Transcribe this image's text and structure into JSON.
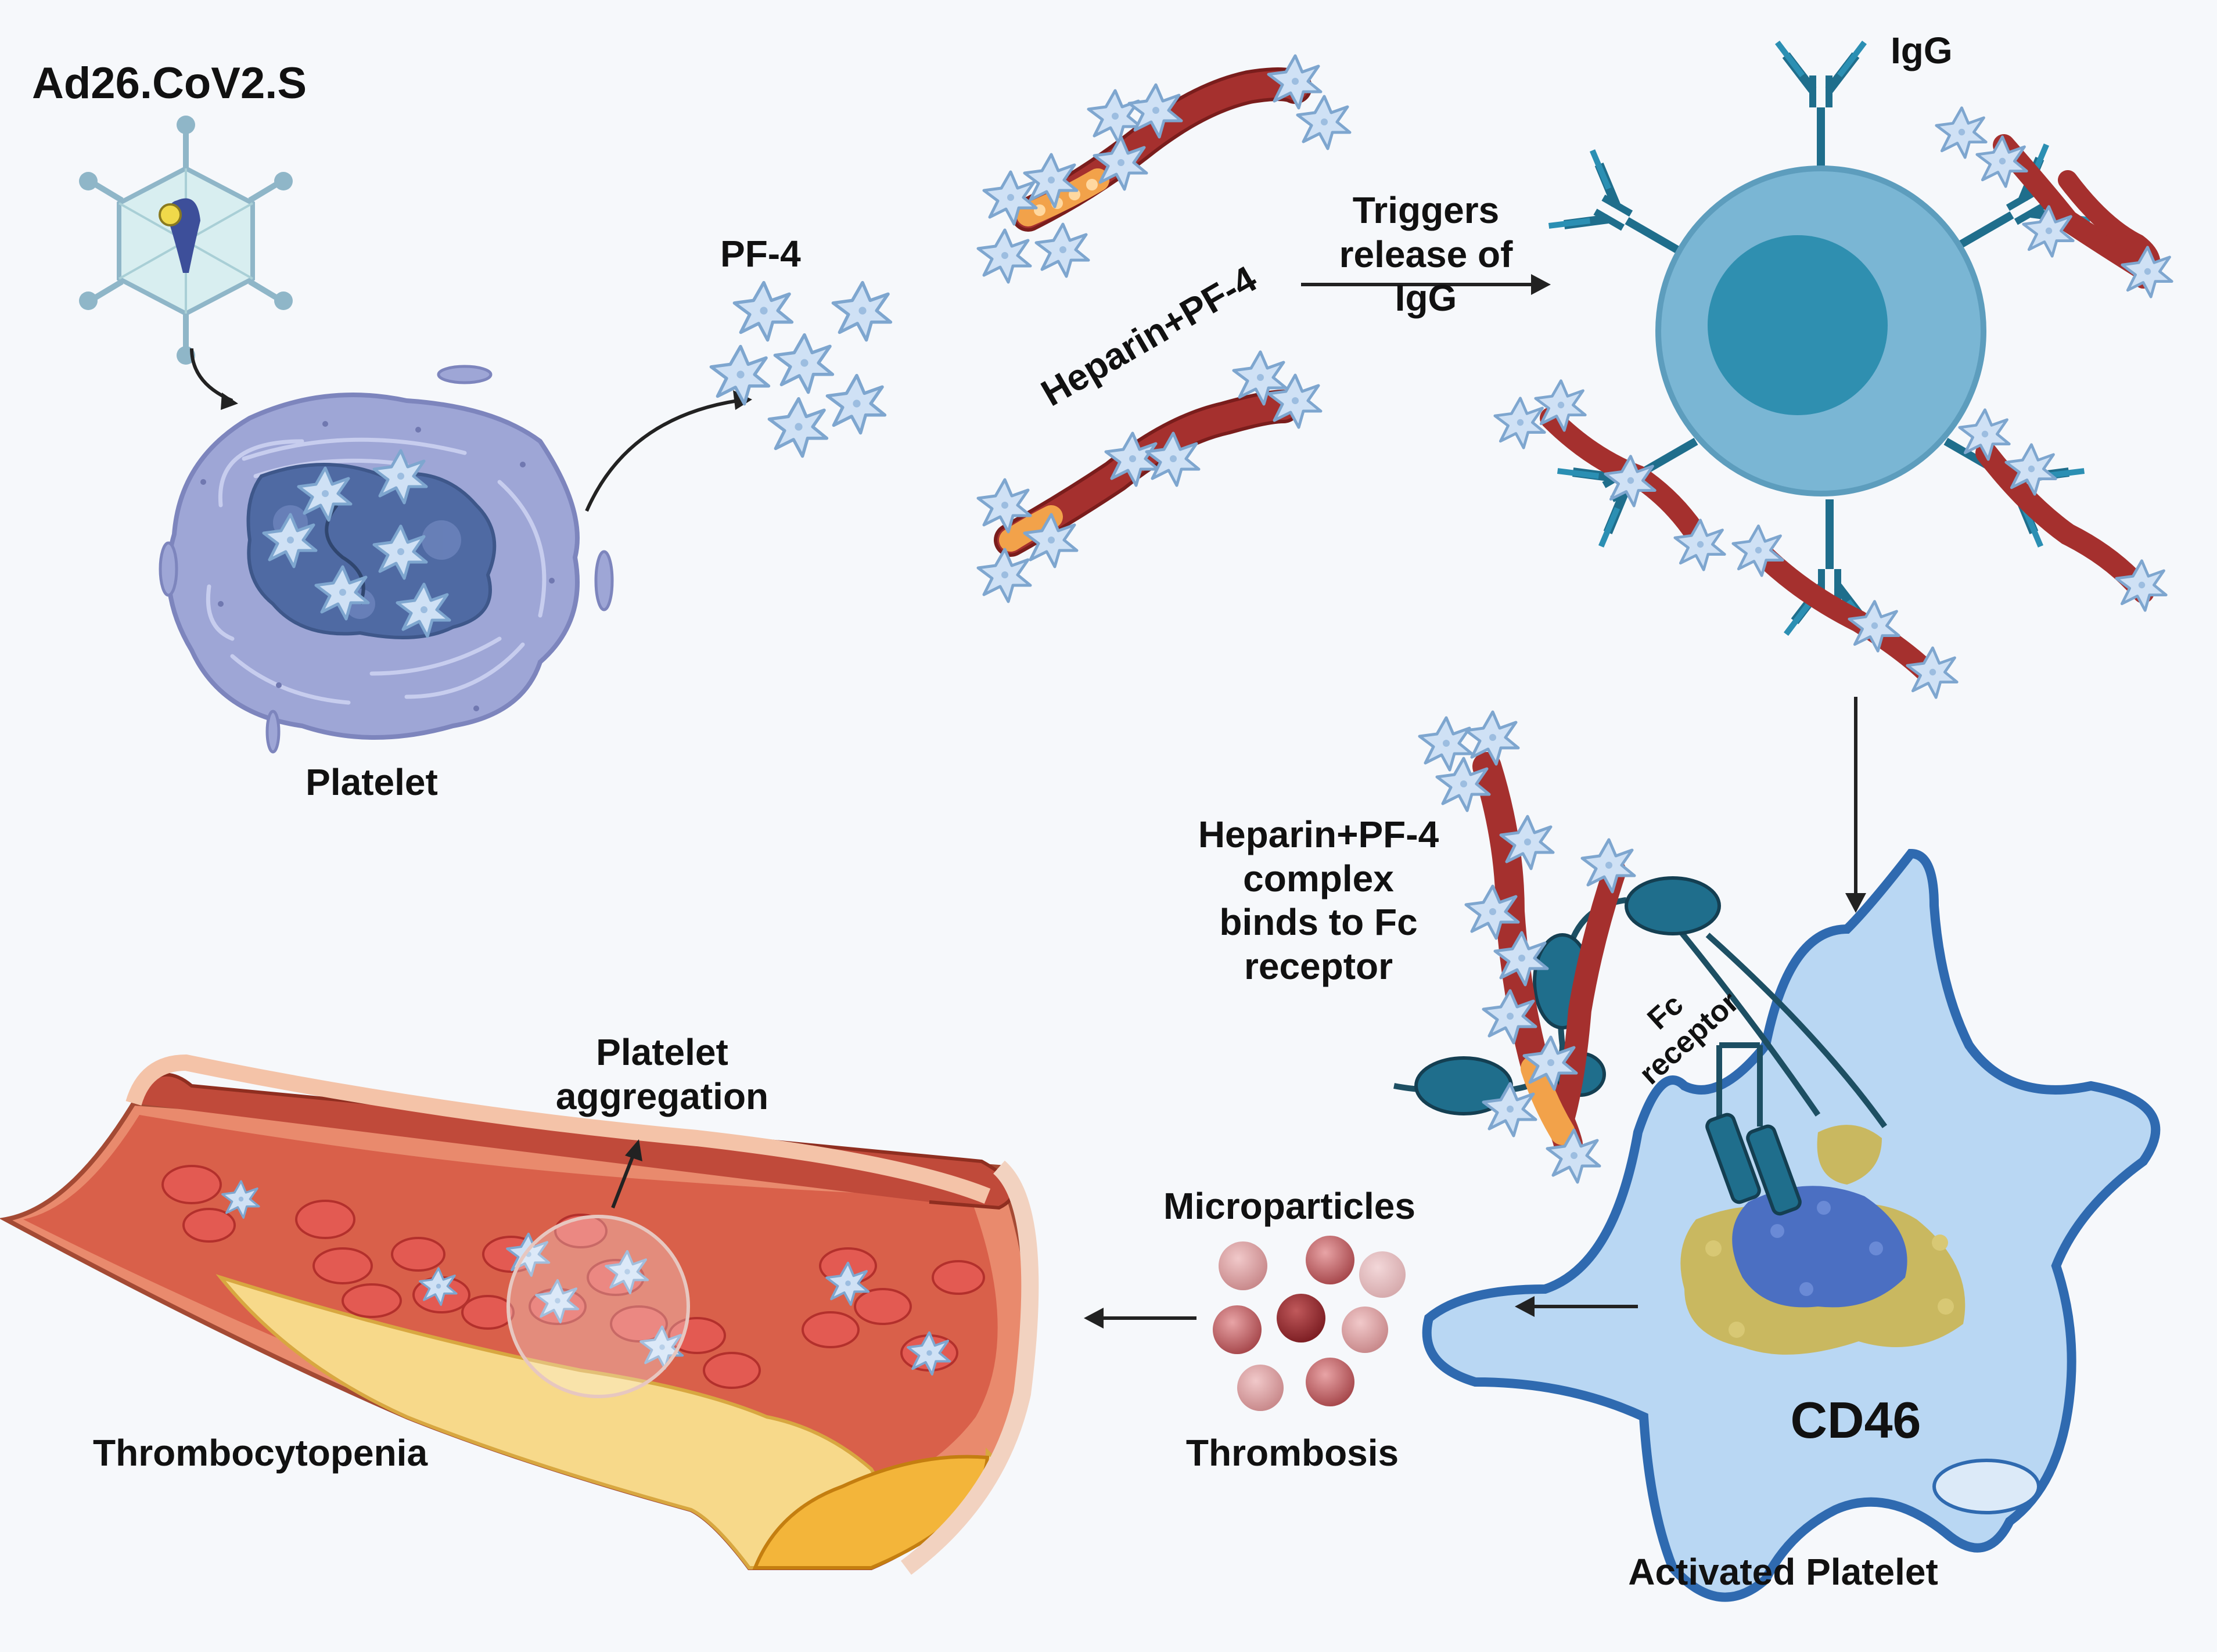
{
  "labels": {
    "vaccine": "Ad26.CoV2.S",
    "platelet": "Platelet",
    "pf4": "PF-4",
    "heparin_pf4": "Heparin+PF-4",
    "triggers": [
      "Triggers",
      "release of",
      "IgG"
    ],
    "igg": "IgG",
    "complex": [
      "Heparin+PF-4",
      "complex",
      "binds to Fc",
      "receptor"
    ],
    "fc_receptor": [
      "Fc",
      "receptor"
    ],
    "cd46": "CD46",
    "activated_platelet": "Activated Platelet",
    "microparticles": "Microparticles",
    "thrombosis": "Thrombosis",
    "platelet_aggregation": [
      "Platelet",
      "aggregation"
    ],
    "thrombocytopenia": "Thrombocytopenia"
  },
  "colors": {
    "platelet_body": "#9ea6d6",
    "platelet_nucleus": "#4f6aa3",
    "igg_cell": "#7ab6d4",
    "igg_nucleus": "#2f8fb0",
    "antibody": "#1f6e8c",
    "heparin": "#a5302e",
    "pf4": "#cfe1f5",
    "activated_platelet": "#b9d7f3",
    "cd46_yellow": "#c9b860",
    "cd46_blue": "#4b6fc2",
    "vessel_red": "#d9604a",
    "plaque_yellow": "#f7d98a",
    "microparticle": "#a84a4e"
  }
}
